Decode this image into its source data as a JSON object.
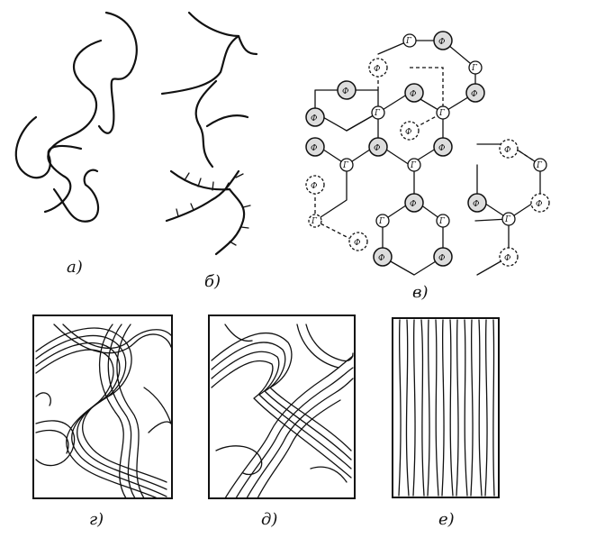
{
  "captions": {
    "a": "а)",
    "b": "б)",
    "v": "в)",
    "g": "г)",
    "d": "д)",
    "e": "е)"
  },
  "node_labels": {
    "phenol": "Ф",
    "hardener": "Г"
  }
}
